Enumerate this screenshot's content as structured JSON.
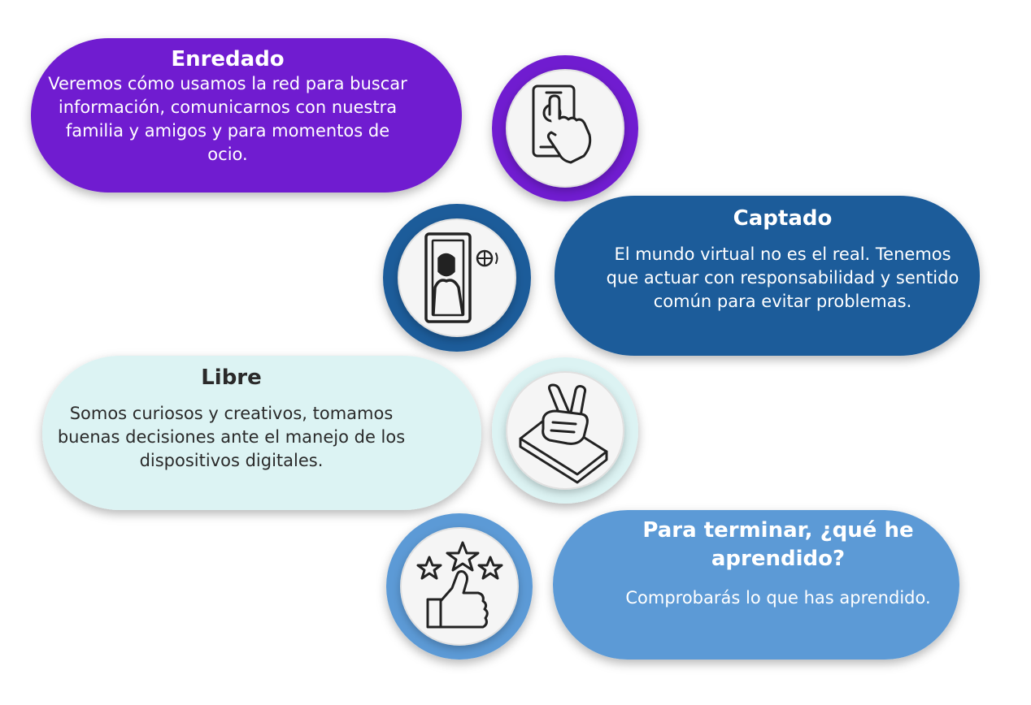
{
  "steps": [
    {
      "title": "Enredado",
      "description": "Veremos cómo usamos la red para buscar información, comunicarnos con nuestra familia y amigos y para momentos de ocio.",
      "icon": "phone-touch-icon"
    },
    {
      "title": "Captado",
      "description": "El mundo virtual no es el real. Tenemos que actuar con responsabilidad y sentido común para evitar problemas.",
      "icon": "video-call-person-icon"
    },
    {
      "title": "Libre",
      "description": "Somos curiosos y creativos, tomamos buenas decisiones ante el manejo de los dispositivos digitales.",
      "icon": "peace-hand-phone-icon"
    },
    {
      "title": "Para terminar, ¿qué he aprendido?",
      "description": "Comprobarás lo que has aprendido.",
      "icon": "thumbs-up-stars-icon"
    }
  ],
  "colors": {
    "purple": "#6f1ad0",
    "dark_blue": "#1c5b9a",
    "light_cyan": "#dcf3f3",
    "mid_blue": "#5b9ad6"
  }
}
